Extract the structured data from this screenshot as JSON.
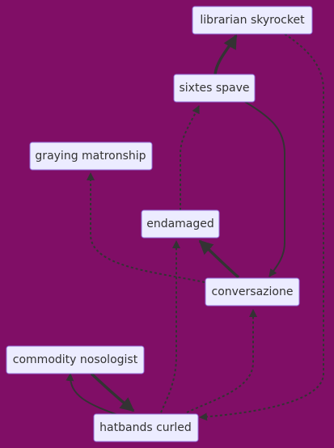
{
  "diagram": {
    "type": "flowchart",
    "nodes": {
      "librarian": "librarian skyrocket",
      "sixtes": "sixtes spave",
      "graying": "graying matronship",
      "endamaged": "endamaged",
      "conversazione": "conversazione",
      "commodity": "commodity nosologist",
      "hatbands": "hatbands curled"
    },
    "edges": [
      {
        "from": "sixtes",
        "to": "librarian",
        "style": "thick"
      },
      {
        "from": "sixtes",
        "to": "conversazione",
        "style": "normal"
      },
      {
        "from": "conversazione",
        "to": "endamaged",
        "style": "thick"
      },
      {
        "from": "endamaged",
        "to": "sixtes",
        "style": "dotted"
      },
      {
        "from": "conversazione",
        "to": "graying",
        "style": "dotted"
      },
      {
        "from": "librarian",
        "to": "hatbands",
        "style": "dotted"
      },
      {
        "from": "hatbands",
        "to": "endamaged",
        "style": "dotted"
      },
      {
        "from": "hatbands",
        "to": "conversazione",
        "style": "dotted"
      },
      {
        "from": "commodity",
        "to": "hatbands",
        "style": "thick"
      },
      {
        "from": "hatbands",
        "to": "commodity",
        "style": "normal"
      }
    ]
  }
}
